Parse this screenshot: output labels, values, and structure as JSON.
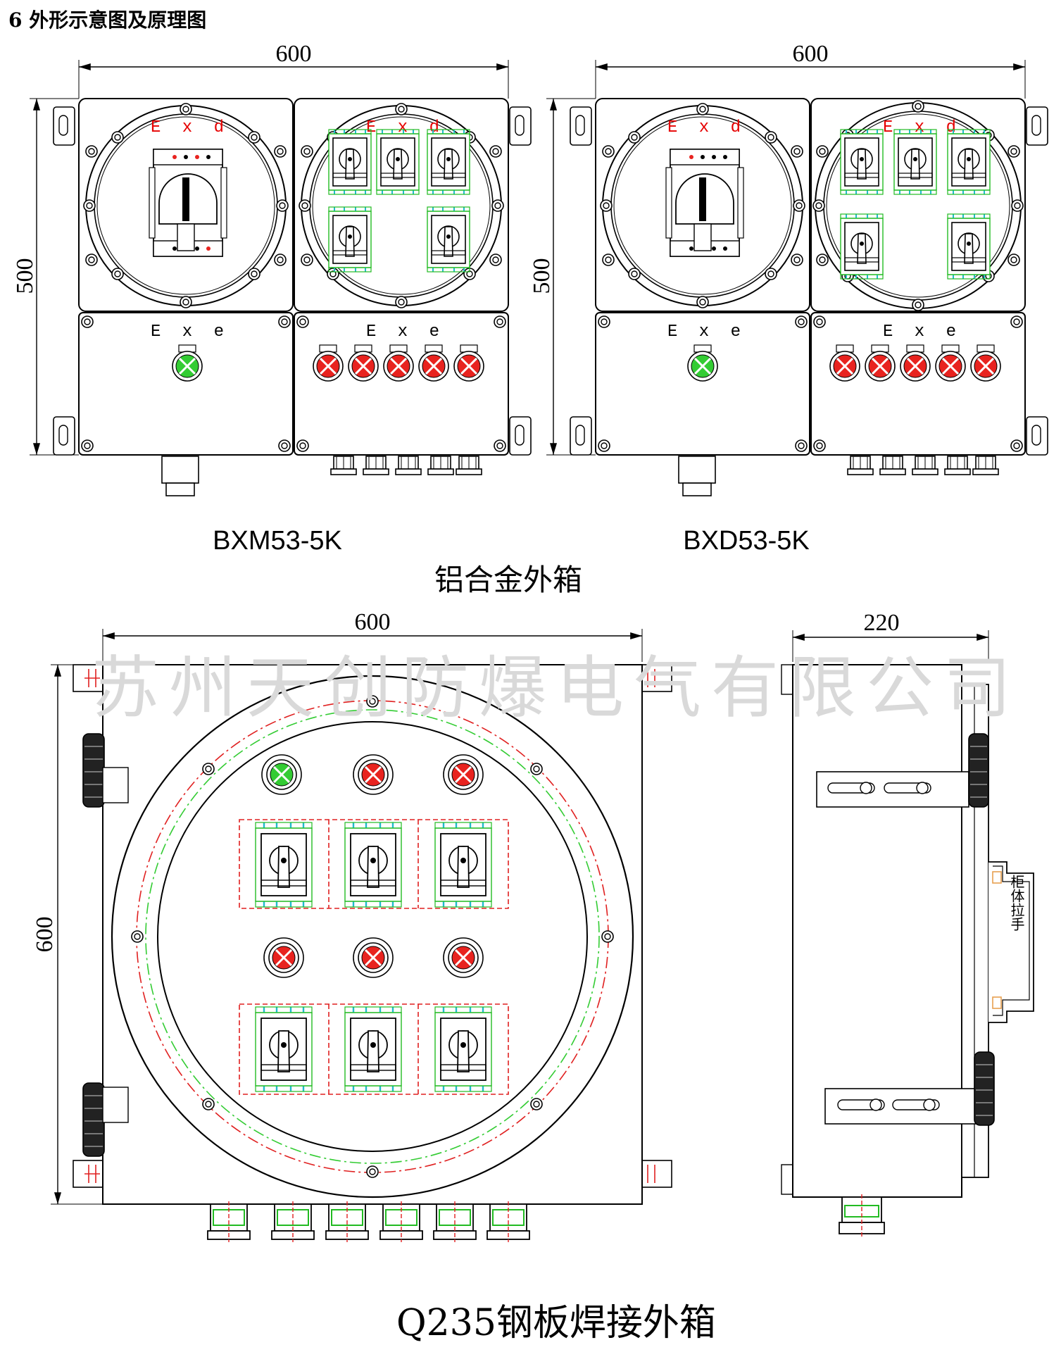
{
  "heading": "6  外形示意图及原理图",
  "top_diagrams": {
    "left": {
      "width_dim": "600",
      "height_dim": "500",
      "flame_proof_tag": "E x d",
      "safety_tag": "E x e",
      "model": "BXM53-5K"
    },
    "right": {
      "width_dim": "600",
      "height_dim": "500",
      "flame_proof_tag": "E x d",
      "safety_tag": "E x e",
      "model": "BXD53-5K"
    },
    "caption": "铝合金外箱"
  },
  "bottom_diagrams": {
    "front": {
      "width_dim": "600",
      "height_dim": "600"
    },
    "side": {
      "width_dim": "220",
      "handle_label": "柜体拉手"
    },
    "watermark": "苏州天创防爆电气有限公司",
    "caption": "Q235钢板焊接外箱"
  },
  "colors": {
    "indicator_red": "#e8231f",
    "indicator_green": "#33cc33",
    "tag_red": "#e60000",
    "switch_green": "#22bb22",
    "switch_cyan": "#22bbcc",
    "dash_red": "#e02020",
    "dash_green": "#33cc33"
  }
}
